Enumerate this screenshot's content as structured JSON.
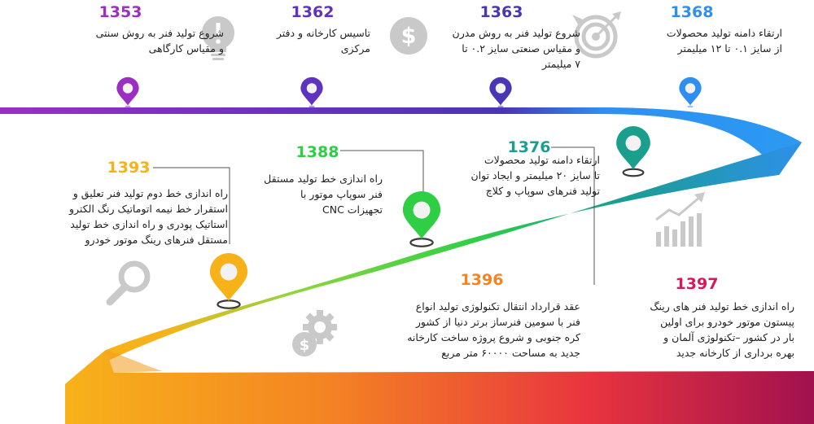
{
  "milestones": [
    {
      "year": "1353",
      "lines": [
        "شروع تولید فنر به روش سنتی",
        "و مقیاس کارگاهی"
      ]
    },
    {
      "year": "1362",
      "lines": [
        "تاسیس کارخانه و دفتر",
        "مرکزی"
      ]
    },
    {
      "year": "1363",
      "lines": [
        "شروع تولید فنر به روش مدرن",
        "و مقیاس صنعتی سایز ۰.۲ تا",
        "۷ میلیمتر"
      ]
    },
    {
      "year": "1368",
      "lines": [
        "ارتقاء دامنه تولید محصولات",
        "از سایز ۰.۱ تا ۱۲ میلیمتر"
      ]
    },
    {
      "year": "1376",
      "lines": [
        "ارتقاء دامنه تولید محصولات",
        "تا سایز ۲۰ میلیمتر و ایجاد توان",
        "تولید فنرهای سوپاپ و کلاچ"
      ]
    },
    {
      "year": "1388",
      "lines": [
        "راه اندازی خط تولید مستقل",
        "فنر سوپاپ موتور با",
        "تجهیزات CNC"
      ]
    },
    {
      "year": "1393",
      "lines": [
        "راه اندازی خط دوم تولید فنر تعلیق و",
        "استقرار خط نیمه اتوماتیک رنگ الکترو",
        "استاتیک پودری و راه اندازی خط تولید",
        "مستقل فنرهای رینگ موتور خودرو"
      ]
    },
    {
      "year": "1396",
      "lines": [
        "عقد قرارداد انتقال تکنولوژی تولید انواع",
        "فنر با سومین فنرساز برتر دنیا از کشور",
        "کره جنوبی و شروع پروژه ساخت کارخانه",
        "جدید به مساحت ۶۰۰۰۰ متر مربع"
      ]
    },
    {
      "year": "1397",
      "lines": [
        "راه اندازی خط تولید فنر های رینگ",
        "پیستون موتور خودرو برای اولین",
        "بار در کشور –تکنولوژی آلمان و",
        "بهره برداری از کارخانه جدید"
      ]
    }
  ],
  "colors": {
    "purple": "#9b2fc4",
    "violet": "#5f33c0",
    "indigo": "#4a35b5",
    "blue": "#2f8ff0",
    "teal": "#1a9e8e",
    "green": "#2ecf45",
    "yellow": "#f7b21a",
    "orange": "#f48423",
    "magenta": "#d8175e",
    "icon_gray": "#c9c9c9"
  },
  "icons": [
    "lightbulb-icon",
    "dollar-coin-icon",
    "target-icon",
    "bar-chart-icon",
    "magnifier-icon",
    "gear-dollar-icon"
  ]
}
